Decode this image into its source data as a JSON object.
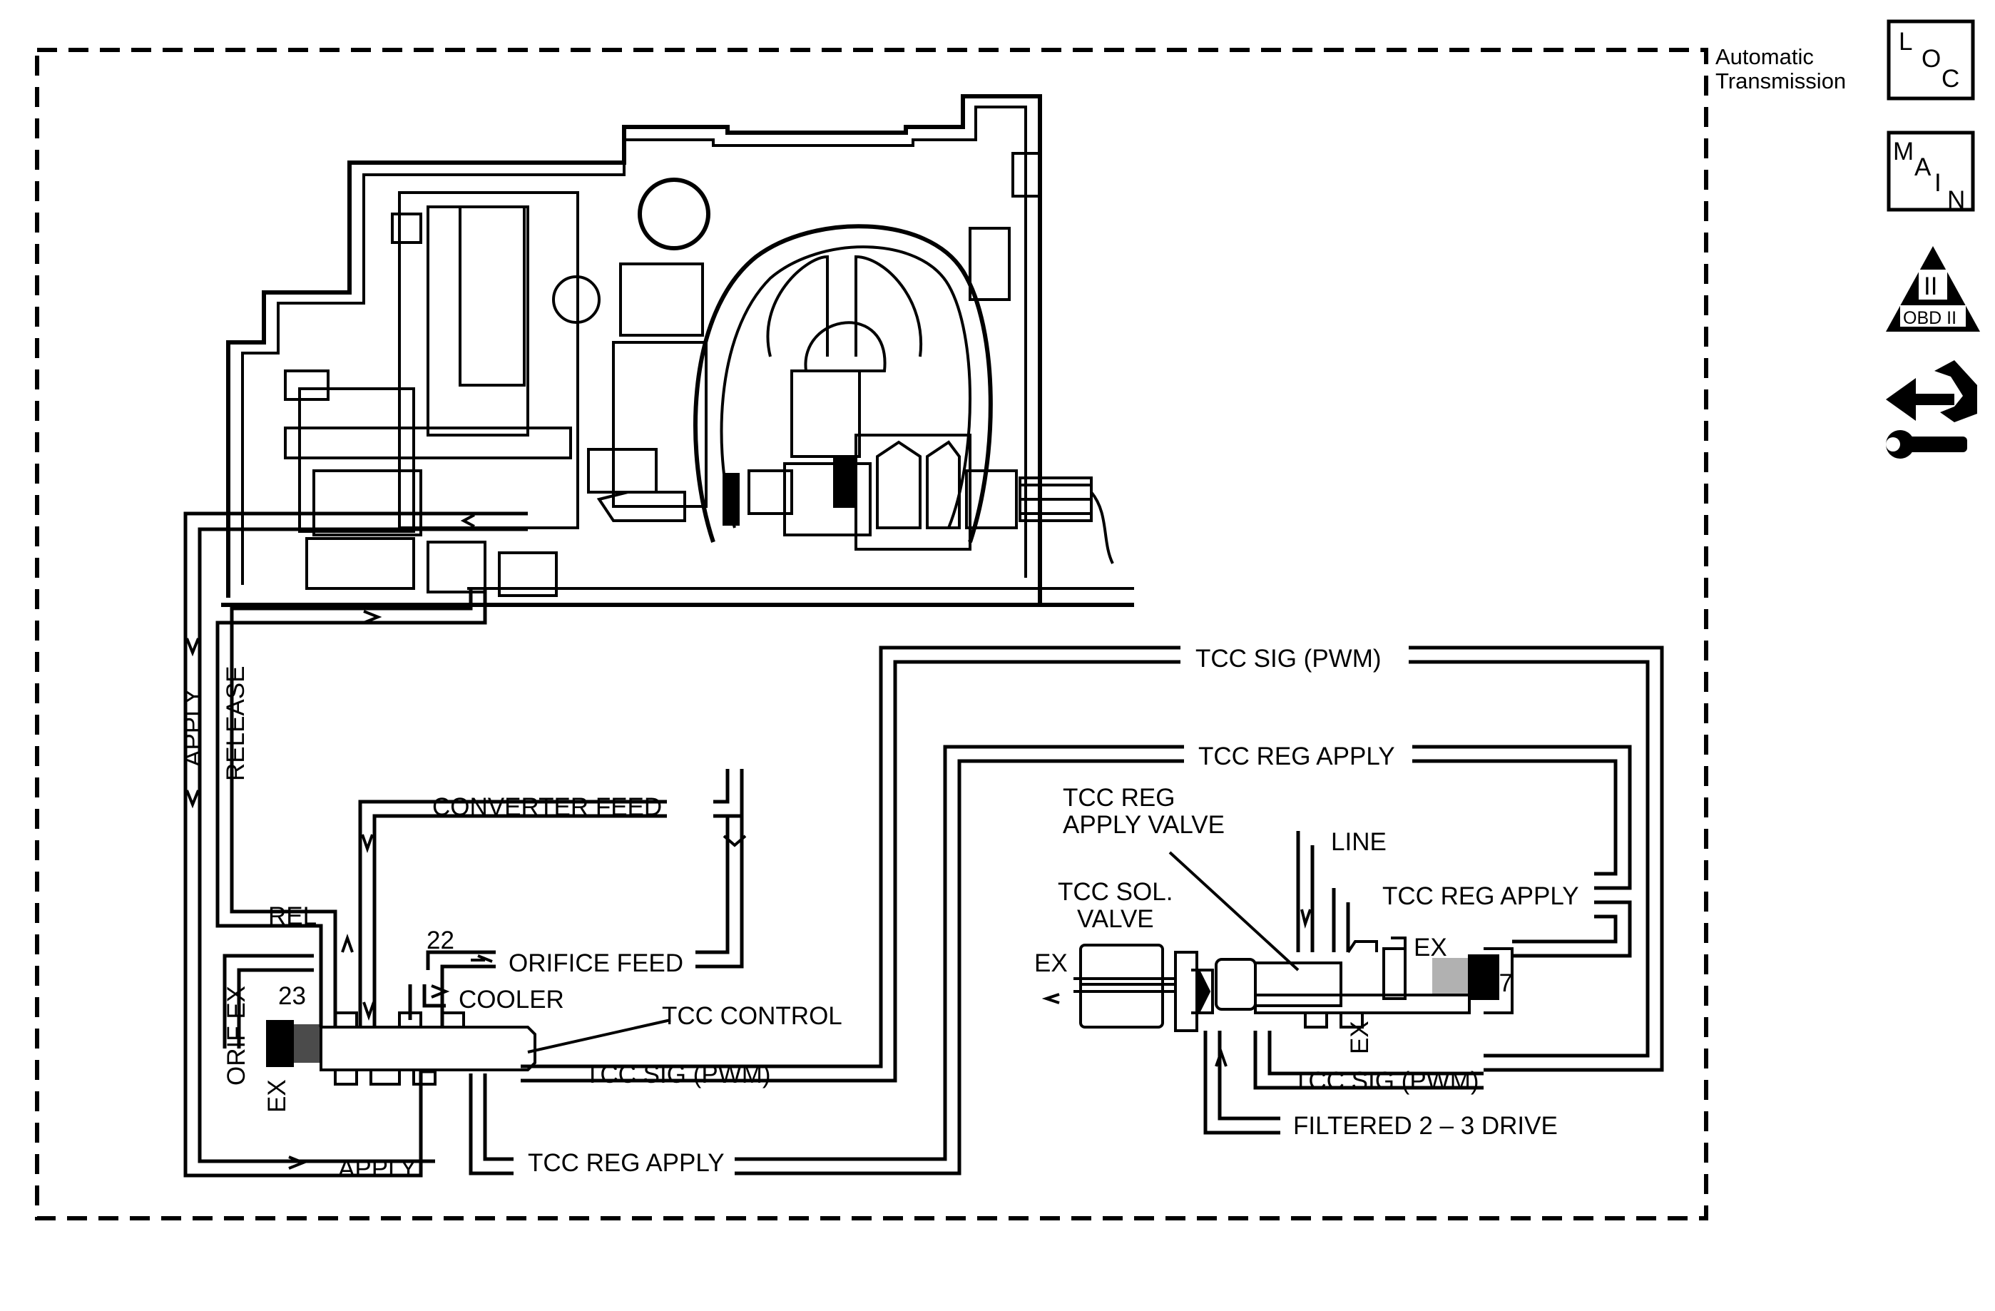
{
  "header": {
    "title_line1": "Automatic",
    "title_line2": "Transmission"
  },
  "nav": {
    "loc": {
      "l1": "L",
      "l2": "O",
      "l3": "C"
    },
    "main": {
      "l1": "M",
      "l2": "A",
      "l3": "I",
      "l4": "N"
    },
    "obd": {
      "numeral": "II",
      "caption": "OBD II"
    },
    "icons": [
      "loc-icon",
      "main-icon",
      "obd-ii-icon",
      "service-tool-icon"
    ]
  },
  "labels": {
    "apply_vertical": "APPLY",
    "release_vertical": "RELEASE",
    "converter_feed": "CONVERTER FEED",
    "rel": "REL",
    "num_22": "22",
    "orifice_feed": "ORIFICE FEED",
    "num_23": "23",
    "cooler": "COOLER",
    "orif_ex": "ORIF EX",
    "ex_left": "EX",
    "tcc_control": "TCC CONTROL",
    "tcc_sig_pwm_left": "TCC SIG (PWM)",
    "apply_bottom": "APPLY",
    "tcc_reg_apply_bottom": "TCC REG APPLY",
    "tcc_sig_pwm_top": "TCC SIG (PWM)",
    "tcc_reg_apply_top": "TCC REG APPLY",
    "tcc_reg_apply_valve_l1": "TCC REG",
    "tcc_reg_apply_valve_l2": "APPLY VALVE",
    "line": "LINE",
    "tcc_reg_apply_right": "TCC REG APPLY",
    "tcc_sol_valve_l1": "TCC SOL.",
    "tcc_sol_valve_l2": "VALVE",
    "ex_sol": "EX",
    "ex_right_top": "EX",
    "num_17": "17",
    "ex_right_vertical": "EX",
    "tcc_sig_pwm_right": "TCC SIG (PWM)",
    "filtered_drive": "FILTERED 2 – 3 DRIVE"
  }
}
